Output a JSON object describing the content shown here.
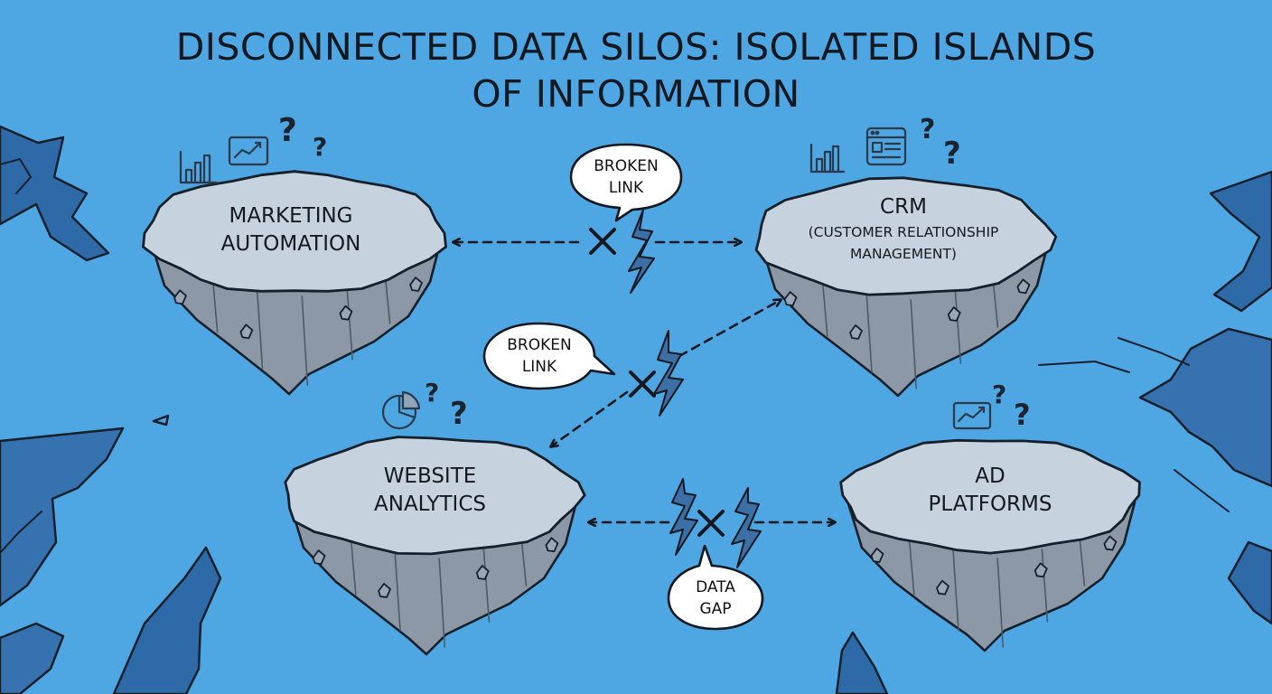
{
  "title": {
    "line1": "DISCONNECTED DATA SILOS: ISOLATED ISLANDS",
    "line2": "OF INFORMATION"
  },
  "islands": [
    {
      "id": "marketing-automation",
      "lines": [
        "MARKETING",
        "AUTOMATION"
      ],
      "icons": [
        "bar-chart-icon",
        "line-chart-icon",
        "question-mark-icon"
      ]
    },
    {
      "id": "crm",
      "lines": [
        "CRM",
        "(CUSTOMER RELATIONSHIP",
        "MANAGEMENT)"
      ],
      "icons": [
        "bar-chart-icon",
        "browser-window-icon",
        "question-mark-icon"
      ]
    },
    {
      "id": "website-analytics",
      "lines": [
        "WEBSITE",
        "ANALYTICS"
      ],
      "icons": [
        "pie-chart-icon",
        "question-mark-icon"
      ]
    },
    {
      "id": "ad-platforms",
      "lines": [
        "AD",
        "PLATFORMS"
      ],
      "icons": [
        "line-chart-icon",
        "question-mark-icon"
      ]
    }
  ],
  "bubbles": [
    {
      "id": "broken-link-top",
      "lines": [
        "BROKEN",
        "LINK"
      ]
    },
    {
      "id": "broken-link-middle",
      "lines": [
        "BROKEN",
        "LINK"
      ]
    },
    {
      "id": "data-gap",
      "lines": [
        "DATA",
        "GAP"
      ]
    }
  ],
  "question_mark": "?",
  "connections": [
    {
      "from": "marketing-automation",
      "to": "crm",
      "status": "broken"
    },
    {
      "from": "website-analytics",
      "to": "crm",
      "status": "broken"
    },
    {
      "from": "website-analytics",
      "to": "ad-platforms",
      "status": "broken"
    }
  ],
  "colors": {
    "background": "#4ea6e2",
    "island_top": "#c6d3df",
    "island_rock": "#8c98a6",
    "outline": "#15202b",
    "crack": "#2d66a3"
  }
}
